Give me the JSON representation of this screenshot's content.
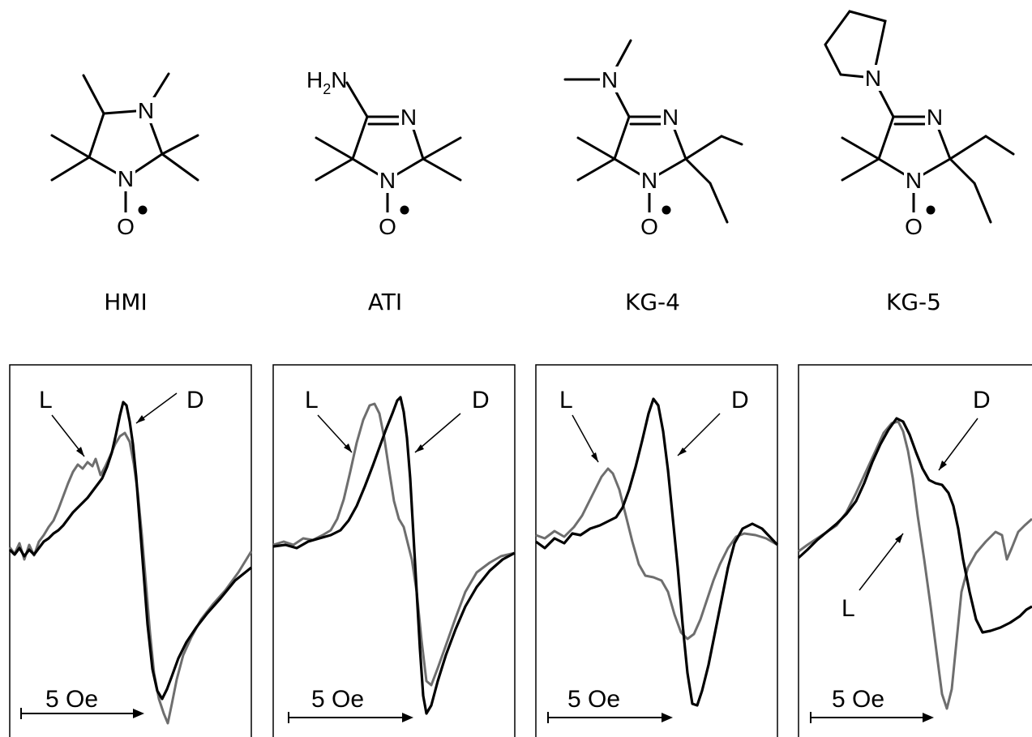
{
  "molecules": [
    {
      "id": "HMI",
      "name": "HMI",
      "atoms": [
        "N",
        "N",
        "O"
      ]
    },
    {
      "id": "ATI",
      "name": "ATI",
      "atoms": [
        "H",
        "2",
        "N",
        "N",
        "N",
        "O"
      ]
    },
    {
      "id": "KG-4",
      "name": "KG-4",
      "atoms": [
        "N",
        "N",
        "N",
        "O"
      ]
    },
    {
      "id": "KG-5",
      "name": "KG-5",
      "atoms": [
        "N",
        "N",
        "N",
        "O"
      ]
    }
  ],
  "panels": [
    {
      "molecule": "HMI",
      "label_L": "L",
      "label_D": "D",
      "scale": "5 Oe"
    },
    {
      "molecule": "ATI",
      "label_L": "L",
      "label_D": "D",
      "scale": "5 Oe"
    },
    {
      "molecule": "KG-4",
      "label_L": "L",
      "label_D": "D",
      "scale": "5 Oe"
    },
    {
      "molecule": "KG-5",
      "label_L": "L",
      "label_D": "D",
      "scale": "5 Oe"
    }
  ],
  "colors": {
    "L": "#6e6e6e",
    "D": "#000000"
  }
}
